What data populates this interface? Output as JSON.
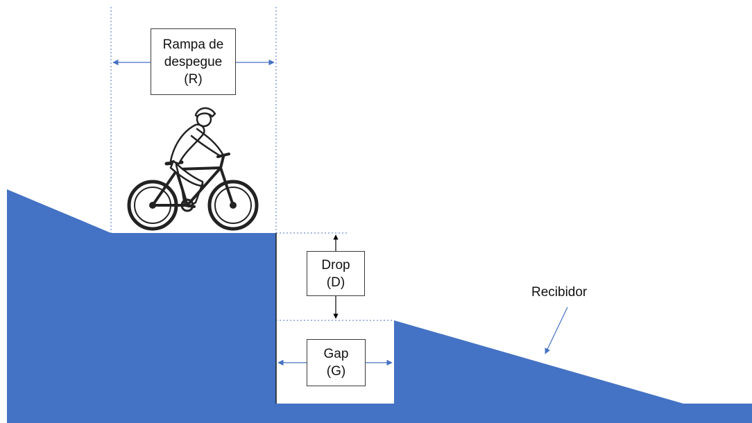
{
  "colors": {
    "terrain": "#4472C4",
    "dim_arrow": "#4472C4",
    "drop_arrow": "#000000",
    "box_border": "#3a3a3a"
  },
  "labels": {
    "ramp": {
      "line1": "Rampa de",
      "line2": "despegue",
      "line3": "(R)"
    },
    "drop": {
      "line1": "Drop",
      "line2": "(D)"
    },
    "gap": {
      "line1": "Gap",
      "line2": "(G)"
    },
    "receiver": "Recibidor"
  },
  "icons": {
    "rider": "cyclist-on-mountain-bike-icon"
  }
}
